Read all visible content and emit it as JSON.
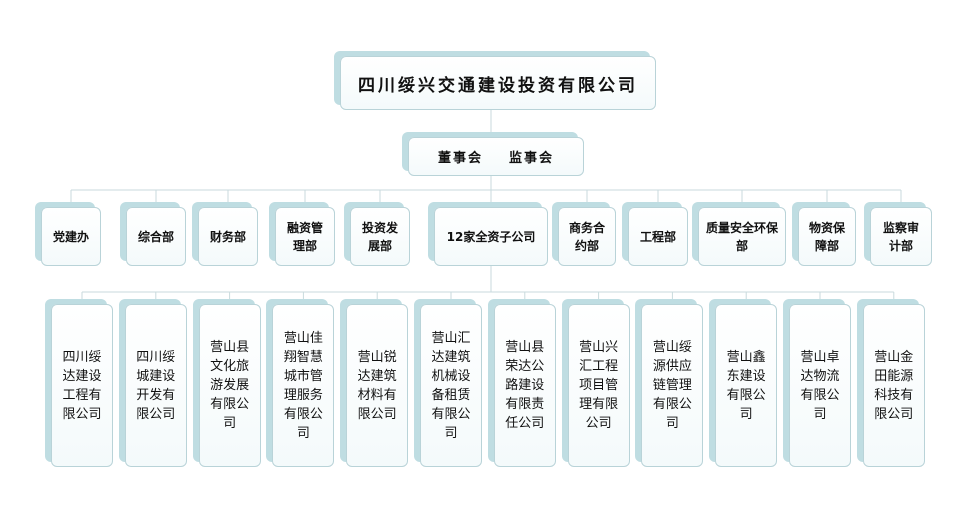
{
  "org": {
    "root": "四川绥兴交通建设投资有限公司",
    "board": [
      "董事会",
      "监事会"
    ],
    "departments": [
      [
        "党建办"
      ],
      [
        "综合部"
      ],
      [
        "财务部"
      ],
      [
        "融资管",
        "理部"
      ],
      [
        "投资发",
        "展部"
      ],
      [
        "12家全资子公司"
      ],
      [
        "商务合",
        "约部"
      ],
      [
        "工程部"
      ],
      [
        "质量安全环保",
        "部"
      ],
      [
        "物资保",
        "障部"
      ],
      [
        "监察审",
        "计部"
      ]
    ],
    "subsidiaries": [
      [
        "四川绥",
        "达建设",
        "工程有",
        "限公司"
      ],
      [
        "四川绥",
        "城建设",
        "开发有",
        "限公司"
      ],
      [
        "营山县",
        "文化旅",
        "游发展",
        "有限公",
        "司"
      ],
      [
        "营山佳",
        "翔智慧",
        "城市管",
        "理服务",
        "有限公",
        "司"
      ],
      [
        "营山锐",
        "达建筑",
        "材料有",
        "限公司"
      ],
      [
        "营山汇",
        "达建筑",
        "机械设",
        "备租赁",
        "有限公",
        "司"
      ],
      [
        "营山县",
        "荣达公",
        "路建设",
        "有限责",
        "任公司"
      ],
      [
        "营山兴",
        "汇工程",
        "项目管",
        "理有限",
        "公司"
      ],
      [
        "营山绥",
        "源供应",
        "链管理",
        "有限公",
        "司"
      ],
      [
        "营山鑫",
        "东建设",
        "有限公",
        "司"
      ],
      [
        "营山卓",
        "达物流",
        "有限公",
        "司"
      ],
      [
        "营山金",
        "田能源",
        "科技有",
        "限公司"
      ]
    ]
  },
  "colors": {
    "line": "#c9dadd",
    "shadow": "#bfdde2",
    "border": "#b9d3d8"
  }
}
